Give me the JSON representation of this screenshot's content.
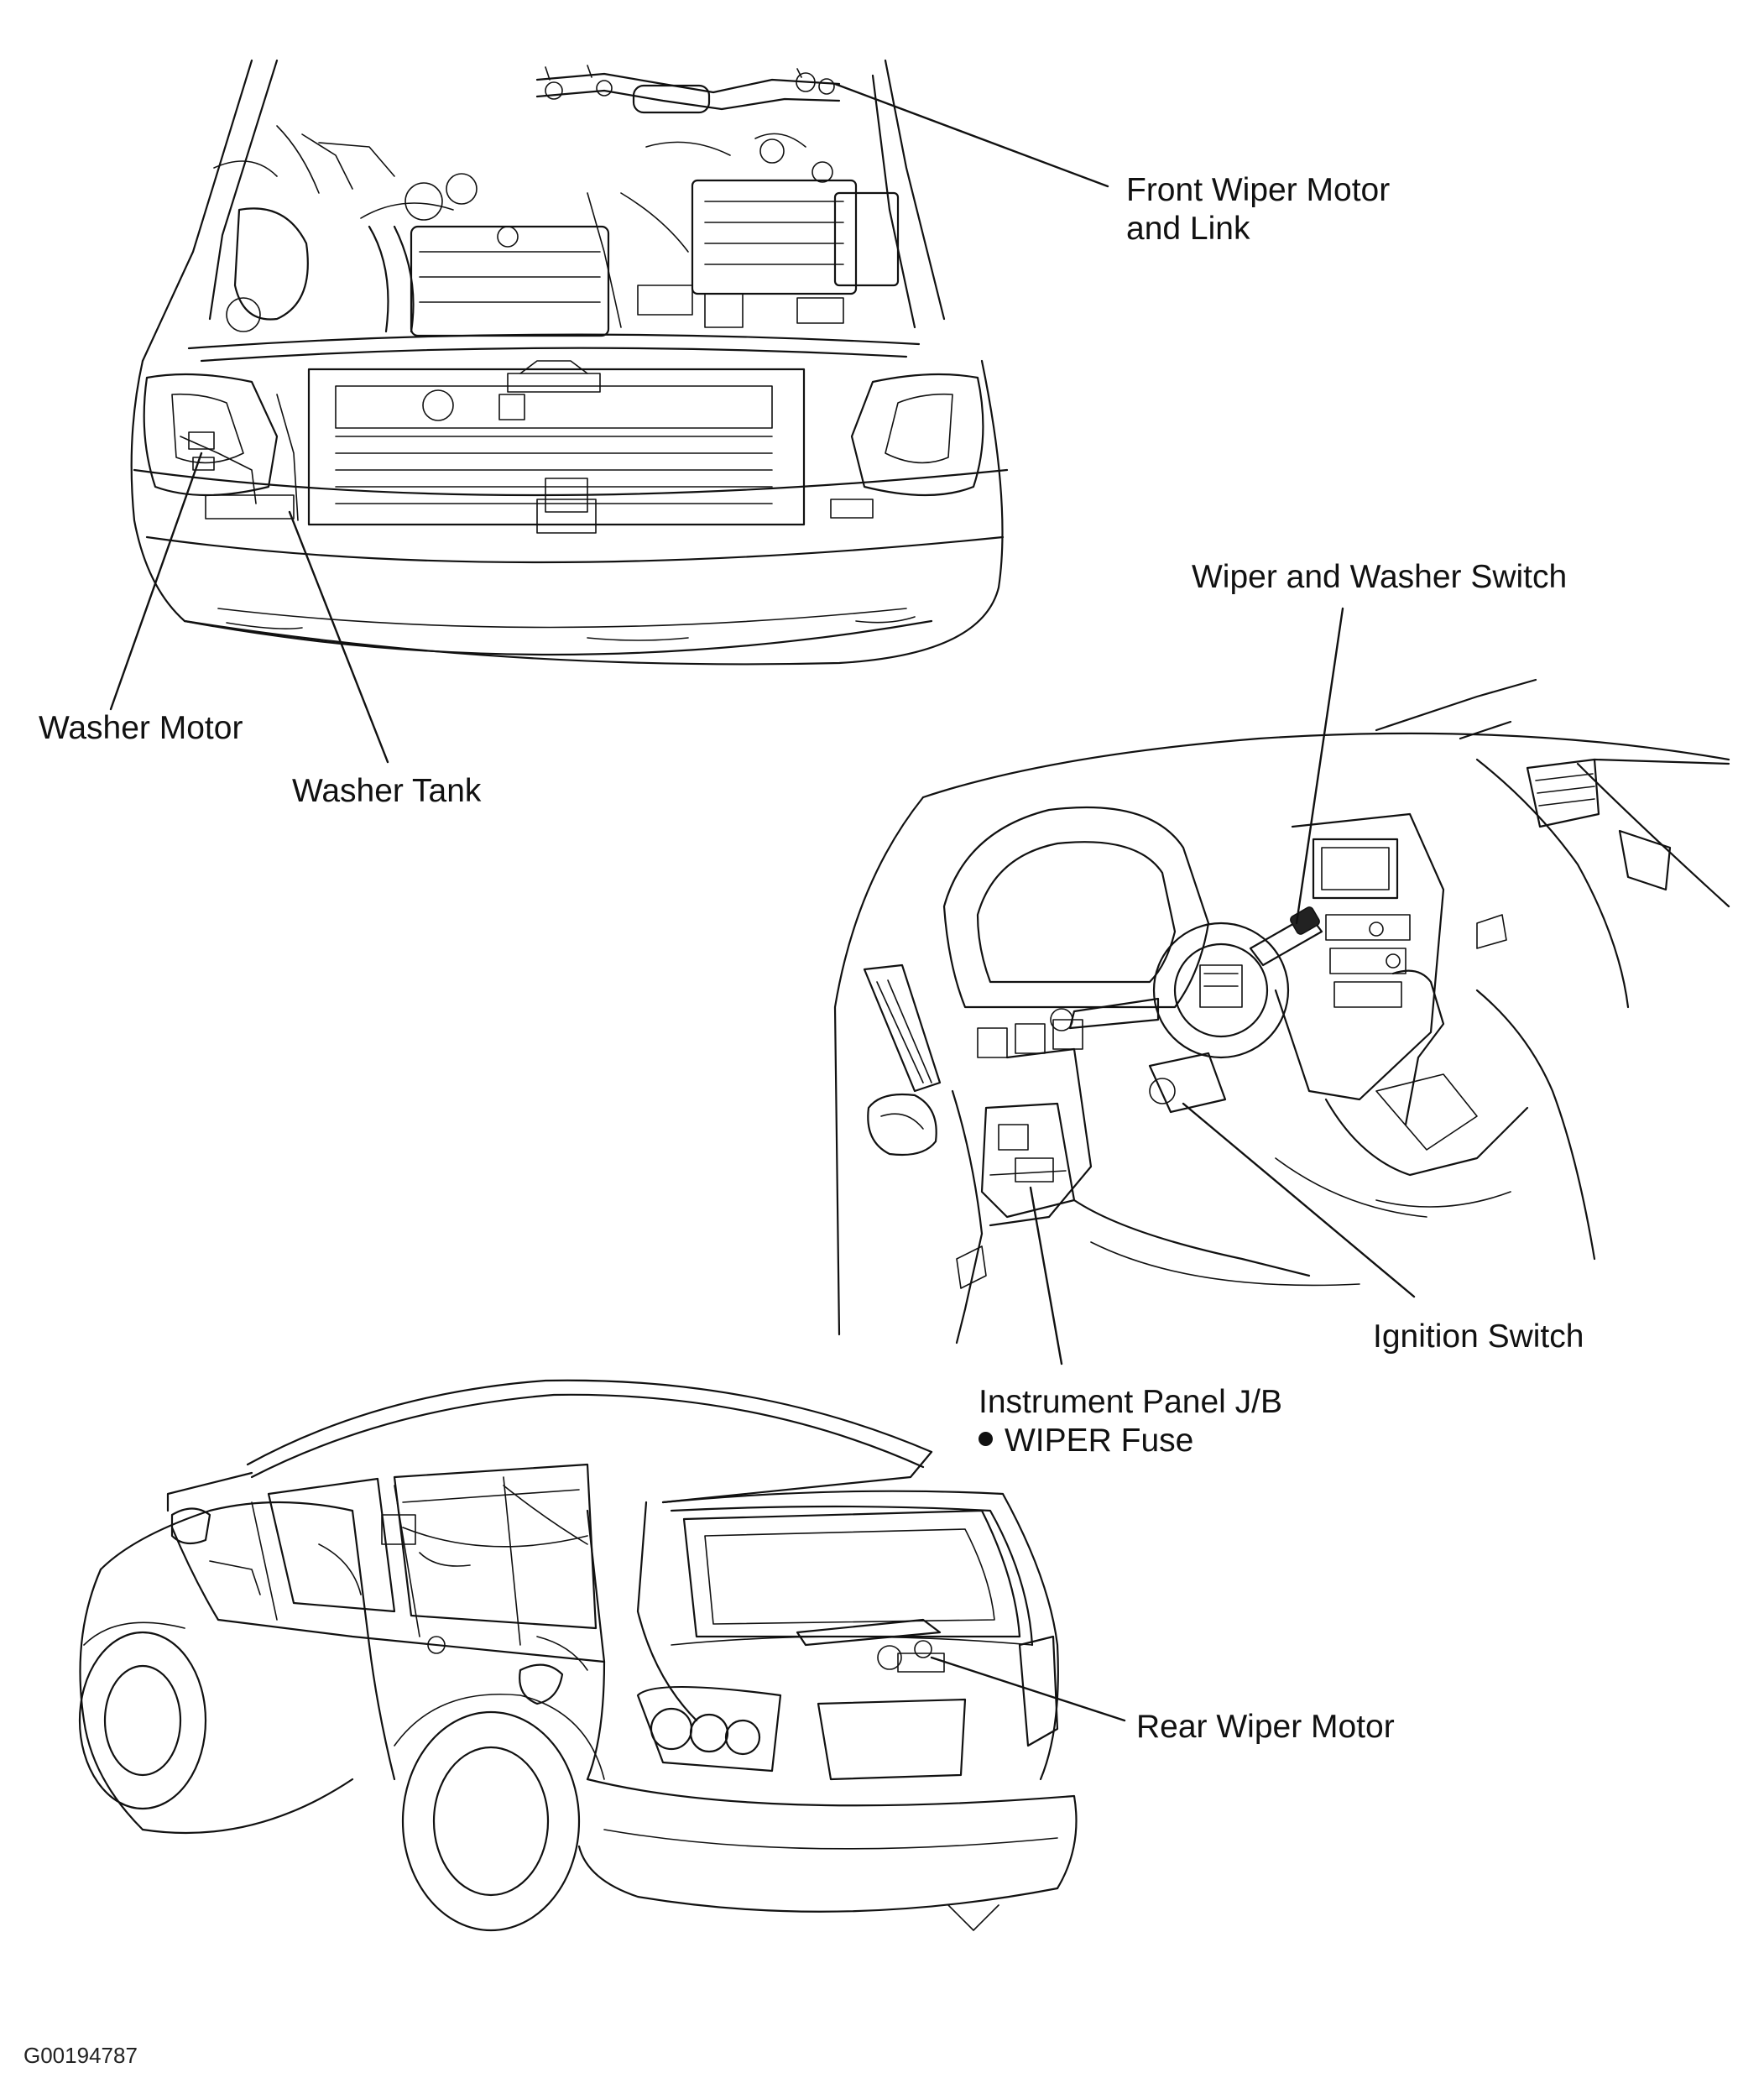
{
  "labels": {
    "front_wiper_motor_line1": "Front Wiper Motor",
    "front_wiper_motor_line2": "and Link",
    "washer_motor": "Washer Motor",
    "washer_tank": "Washer Tank",
    "wiper_washer_switch": "Wiper and Washer Switch",
    "ignition_switch": "Ignition Switch",
    "instrument_panel_jb": "Instrument Panel J/B",
    "wiper_fuse": "WIPER Fuse",
    "rear_wiper_motor": "Rear Wiper Motor"
  },
  "figure_id": "G00194787"
}
